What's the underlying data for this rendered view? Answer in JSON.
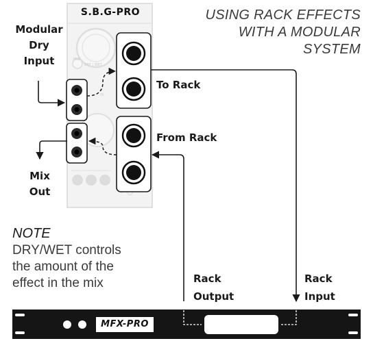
{
  "module": {
    "name": "S.B.G-PRO",
    "faint_label_left": "PRE",
    "faint_label_mid": "DRY | WET",
    "faint_label_low": "IN"
  },
  "title": {
    "line1": "USING RACK EFFECTS",
    "line2": "WITH  A MODULAR",
    "line3": "SYSTEM"
  },
  "labels": {
    "modular_dry_input": [
      "Modular",
      "Dry",
      "Input"
    ],
    "to_rack": "To Rack",
    "from_rack": "From Rack",
    "mix_out": [
      "Mix",
      "Out"
    ],
    "rack_output": [
      "Rack",
      "Output"
    ],
    "rack_input": [
      "Rack",
      "Input"
    ]
  },
  "note": {
    "title": "NOTE",
    "lines": [
      "DRY/WET controls",
      "the amount of the",
      "effect in the mix"
    ]
  },
  "rack": {
    "name": "MFX-PRO"
  },
  "colors": {
    "ink": "#1a1a1a",
    "panel": "#f2f2f2",
    "faint": "#d7d7d7",
    "rack_body": "#151515"
  }
}
